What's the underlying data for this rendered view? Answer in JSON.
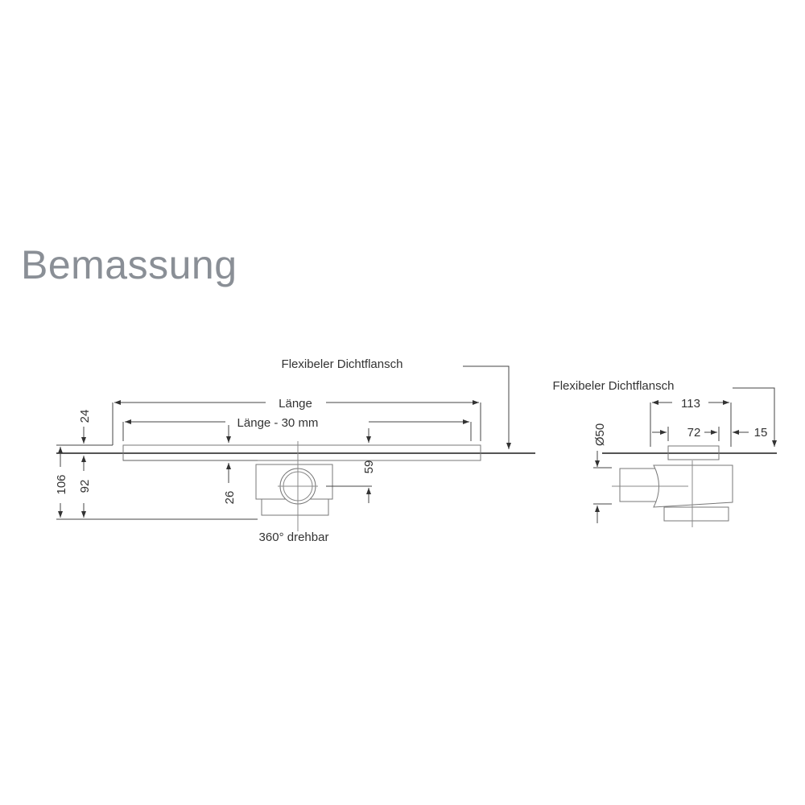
{
  "title": "Bemassung",
  "side_view": {
    "flange_label": "Flexibeler Dichtflansch",
    "length_label": "Länge",
    "length_minus_label": "Länge - 30 mm",
    "dim_24": "24",
    "dim_106": "106",
    "dim_92": "92",
    "dim_26": "26",
    "dim_59": "59",
    "rotation_label": "360°  drehbar"
  },
  "front_view": {
    "flange_label": "Flexibeler Dichtflansch",
    "dim_113": "113",
    "dim_72": "72",
    "dim_15": "15",
    "dim_d50": "Ø50"
  }
}
